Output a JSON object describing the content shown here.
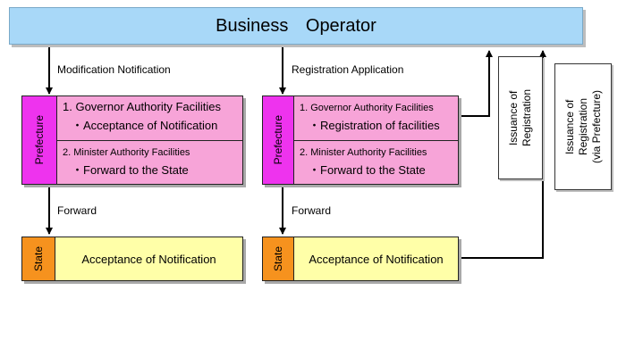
{
  "operator": {
    "title": "Business Operator"
  },
  "left_flow": {
    "top_caption": "Modification Notification",
    "prefecture": {
      "label": "Prefecture",
      "row1": {
        "title": "1. Governor Authority Facilities",
        "detail": "・Acceptance of Notification"
      },
      "row2": {
        "title": "2. Minister Authority Facilities",
        "detail": "・Forward to the State"
      }
    },
    "forward_caption": "Forward",
    "state": {
      "label": "State",
      "text": "Acceptance of Notification"
    }
  },
  "right_flow": {
    "top_caption": "Registration Application",
    "prefecture": {
      "label": "Prefecture",
      "row1": {
        "title": "1.  Governor Authority Facilities",
        "detail": "・Registration of facilities"
      },
      "row2": {
        "title": "2. Minister Authority Facilities",
        "detail": "・Forward to the State"
      }
    },
    "forward_caption": "Forward",
    "state": {
      "label": "State",
      "text": "Acceptance of Notification"
    }
  },
  "issuance_box": {
    "line1": "Issuance of",
    "line2": "Registration"
  },
  "issuance_via_box": {
    "line1": "Issuance of",
    "line2": "Registration",
    "line3": "(via Prefecture)"
  },
  "colors": {
    "operator_bar": "#a8d8f8",
    "prefecture_label": "#ee33ee",
    "prefecture_body": "#f7a4d8",
    "state_label": "#f6921e",
    "state_body": "#ffffa8"
  }
}
